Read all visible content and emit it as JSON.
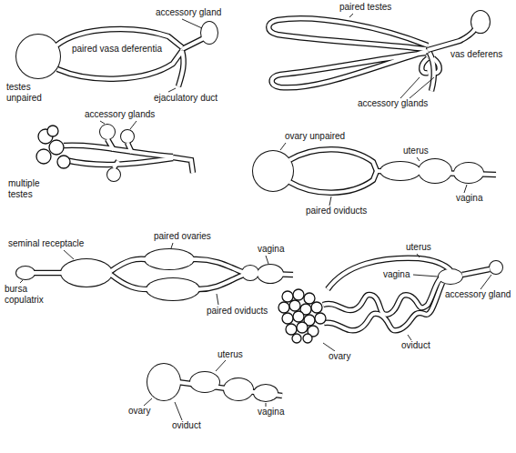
{
  "diagram": {
    "labels": [
      "accessory gland",
      "paired vasa deferentia",
      "testes unpaired",
      "ejaculatory duct",
      "paired testes",
      "vas deferens",
      "accessory glands",
      "accessory glands",
      "multiple testes",
      "ovary unpaired",
      "uterus",
      "paired oviducts",
      "vagina",
      "seminal receptacle",
      "paired ovaries",
      "vagina",
      "bursa copulatrix",
      "paired oviducts",
      "uterus",
      "accessory gland",
      "vagina",
      "oviduct",
      "ovary",
      "uterus",
      "ovary",
      "oviduct",
      "vagina"
    ]
  }
}
